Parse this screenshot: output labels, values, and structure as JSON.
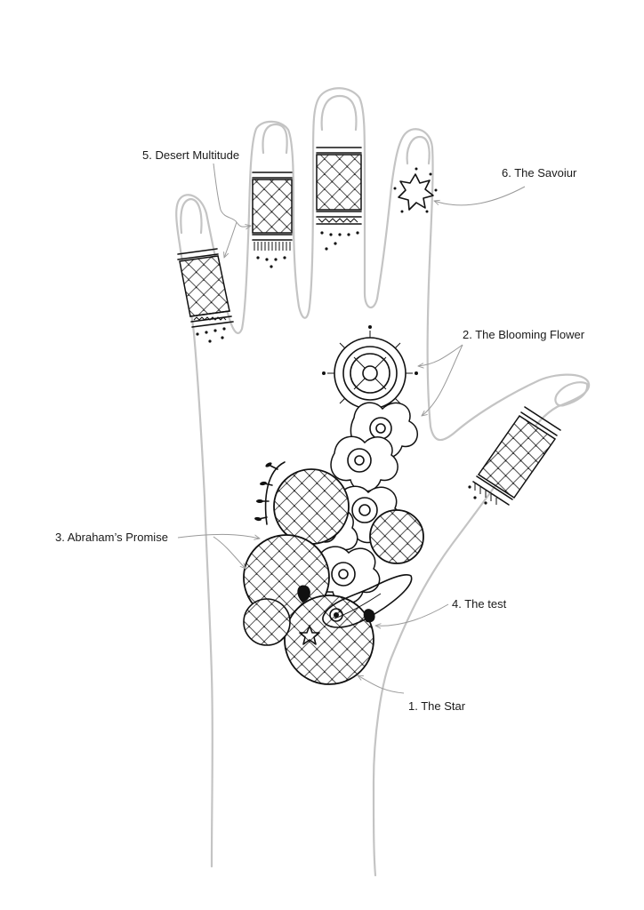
{
  "diagram": {
    "labels": [
      {
        "id": "star",
        "text": "1. The Star"
      },
      {
        "id": "blooming-flower",
        "text": "2. The Blooming Flower"
      },
      {
        "id": "abrahams-promise",
        "text": "3. Abraham’s Promise"
      },
      {
        "id": "the-test",
        "text": "4. The test"
      },
      {
        "id": "desert-multitude",
        "text": "5. Desert Multitude"
      },
      {
        "id": "the-saviour",
        "text": "6. The Savoiur"
      }
    ]
  }
}
